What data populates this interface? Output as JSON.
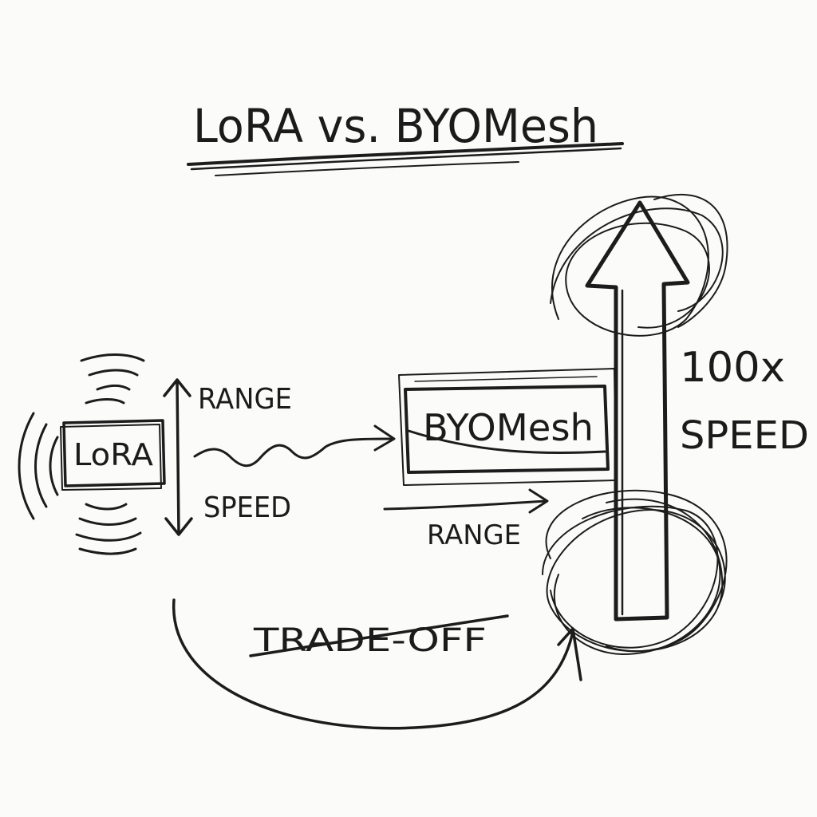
{
  "title": "LoRA vs. BYOMesh",
  "lora_box_label": "LoRA",
  "lora_range_label": "RANGE",
  "lora_speed_label": "SPEED",
  "byomesh_box_label": "BYOMesh",
  "byomesh_range_label": "RANGE",
  "tradeoff_label": "TRADE-OFF",
  "speed_multiplier_label": "100x",
  "speed_label": "SPEED",
  "colors": {
    "ink": "#1c1c1c",
    "paper": "#fbfbfa"
  }
}
